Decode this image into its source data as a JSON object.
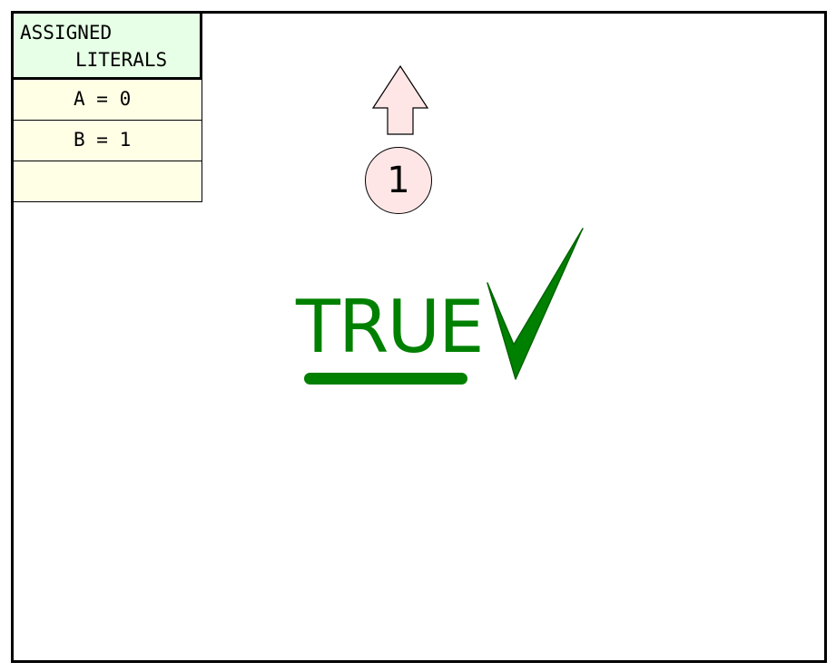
{
  "table": {
    "header_line1": "ASSIGNED",
    "header_line2": "LITERALS",
    "rows": [
      "A = 0",
      "B = 1",
      ""
    ]
  },
  "step_badge": "1",
  "result": {
    "text": "TRUE",
    "color": "#008000"
  },
  "icons": {
    "arrow": "up-arrow-icon",
    "check": "check-mark-icon"
  },
  "colors": {
    "header_bg": "#e6ffe6",
    "row_bg": "#ffffe6",
    "badge_bg": "#ffe6e6"
  }
}
